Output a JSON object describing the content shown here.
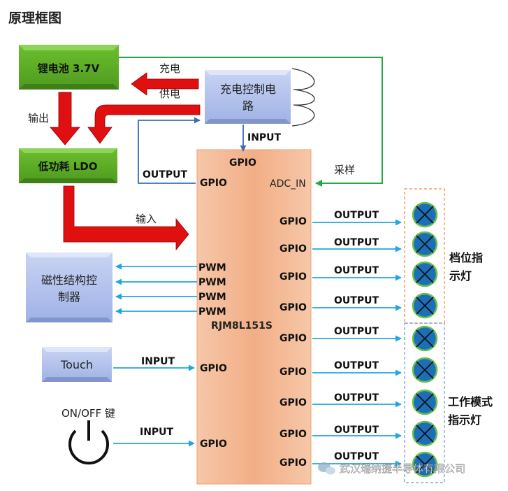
{
  "title": "原理框图",
  "blocks": {
    "battery": "锂电池 3.7V",
    "ldo": "低功耗 LDO",
    "charger": [
      "充电控制电",
      "路"
    ],
    "magnet": [
      "磁性结构控",
      "制器"
    ],
    "touch": "Touch",
    "mcu_name": "RJM8L151S",
    "power_key": "ON/OFF 键"
  },
  "labels": {
    "charge": "充电",
    "supply": "供电",
    "output_cn": "输出",
    "input_cn": "输入",
    "sample": "采样",
    "input": "INPUT",
    "output": "OUTPUT",
    "gpio": "GPIO",
    "pwm": "PWM",
    "adc_in": "ADC_IN"
  },
  "groups": {
    "gear": [
      "档位指",
      "示灯"
    ],
    "mode": [
      "工作模式",
      "指示灯"
    ]
  },
  "watermark": "武汉瑞纳捷半导体有限公司",
  "colors": {
    "green_block": "#5aa826",
    "blue_block": "#a7b9ea",
    "mcu": "#f2b18a",
    "red_arrow": "#e01010",
    "cyan_arrow": "#20a6e0",
    "led": "#1a6fb8"
  }
}
